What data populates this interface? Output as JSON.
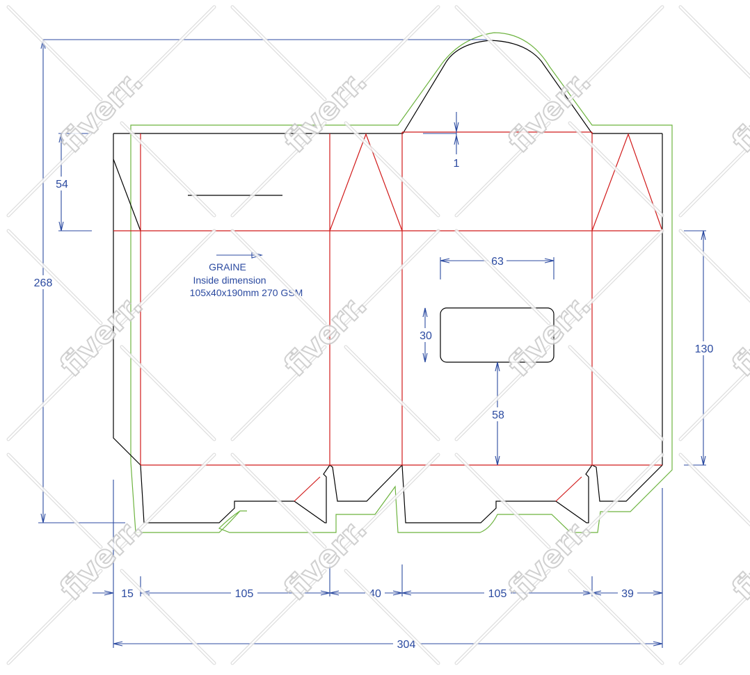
{
  "drawing": {
    "type": "packaging dieline",
    "colors": {
      "cut_line": "#000000",
      "crease_line": "#d11a1a",
      "bleed_line": "#6db33f",
      "dimension": "#2b4aa0",
      "watermark": "#c8c8c8"
    },
    "note": {
      "line1": "GRAINE",
      "line2": "Inside dimension",
      "line3": "105x40x190mm 270 GSM"
    },
    "dimensions": {
      "total_height": "268",
      "top_flap": "54",
      "handle_offset": "1",
      "window_width": "63",
      "window_height": "30",
      "window_from_bottom": "58",
      "front_height": "130",
      "glue_flap": "15",
      "panel_front": "105",
      "panel_side_1": "40",
      "panel_back": "105",
      "panel_side_2": "39",
      "total_width": "304"
    },
    "watermark": {
      "text": "fiverr."
    }
  }
}
